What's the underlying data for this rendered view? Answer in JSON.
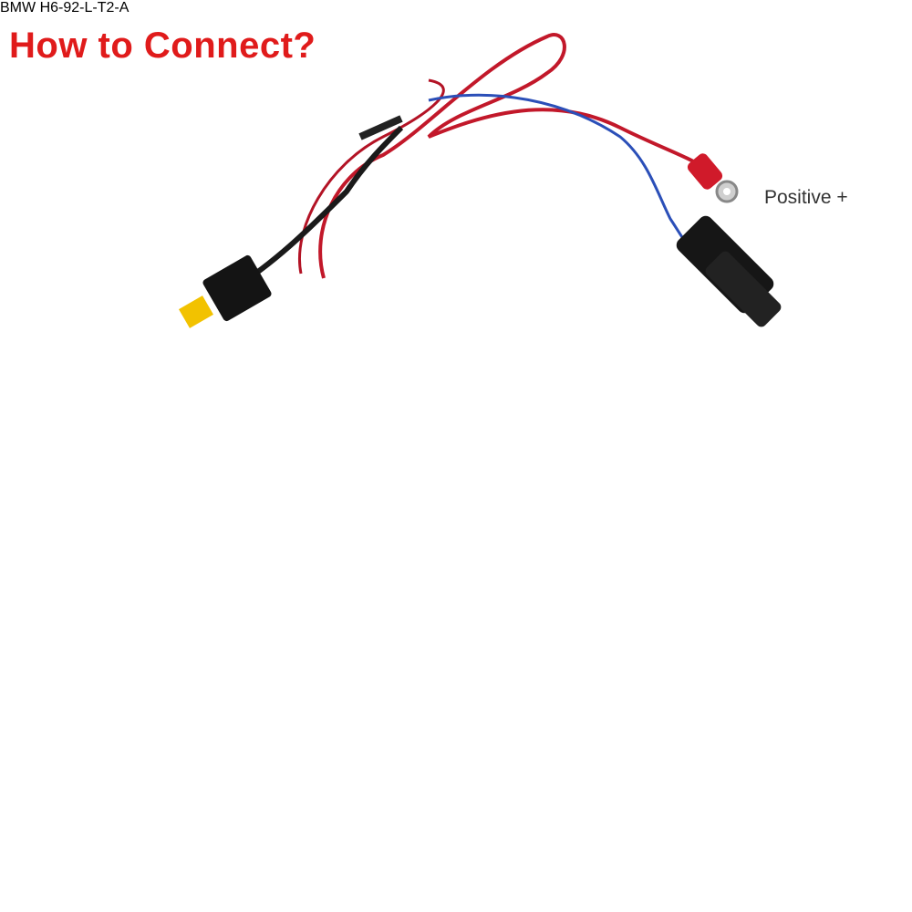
{
  "title": "How to Connect?",
  "labels": {
    "positive": "Positive +",
    "battery_brand": "BMW",
    "battery_code": "H6-92-L-T2-A"
  },
  "colors": {
    "title_red": "#e01b1b",
    "callout_red": "#d92b2b",
    "callout_blue": "#3a3ae0",
    "callout_green": "#36d12e",
    "wire_red": "#c2182a",
    "wire_blue": "#2b4fb8",
    "connector_yellow": "#f2c200"
  },
  "icons": [
    "plug-connector-icon",
    "ring-terminal-icon",
    "battery-icon"
  ]
}
